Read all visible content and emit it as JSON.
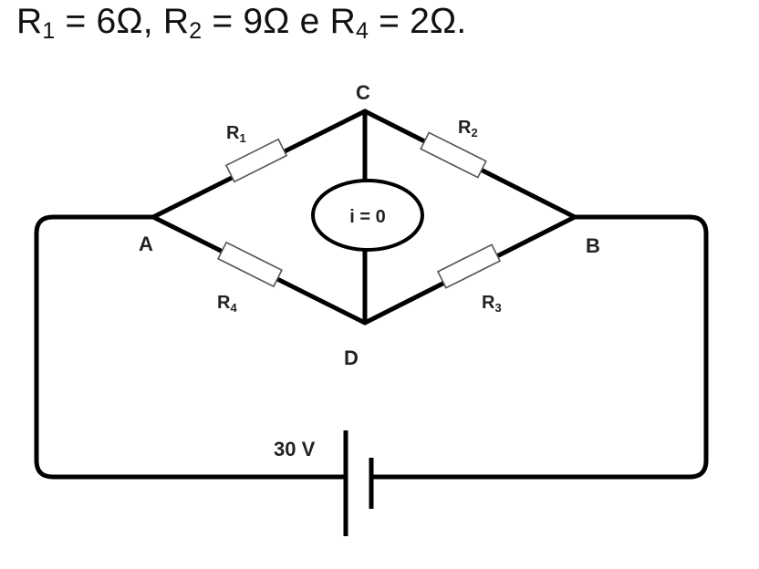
{
  "statement": {
    "r1_sym": "R",
    "r1_sub": "1",
    "r1_val": " = 6Ω, ",
    "r2_sym": "R",
    "r2_sub": "2",
    "r2_val": " = 9Ω e ",
    "r4_sym": "R",
    "r4_sub": "4",
    "r4_val": " = 2Ω."
  },
  "diagram": {
    "nodes": {
      "a": "A",
      "b": "B",
      "c": "C",
      "d": "D"
    },
    "resistors": {
      "r1": {
        "sym": "R",
        "sub": "1"
      },
      "r2": {
        "sym": "R",
        "sub": "2"
      },
      "r3": {
        "sym": "R",
        "sub": "3"
      },
      "r4": {
        "sym": "R",
        "sub": "4"
      }
    },
    "galvanometer": "i = 0",
    "battery": "30 V"
  }
}
